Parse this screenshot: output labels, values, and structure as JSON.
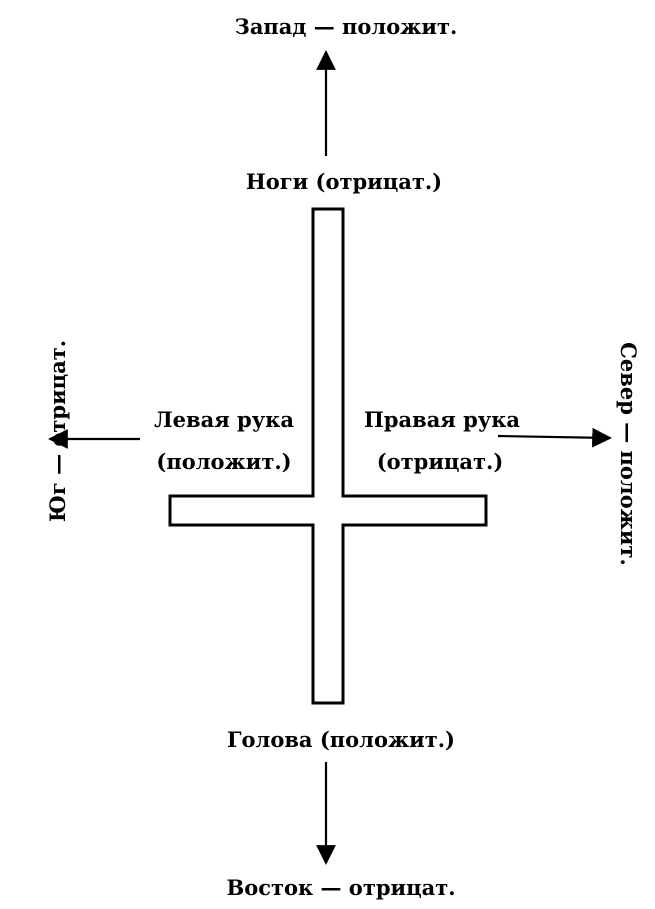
{
  "labels": {
    "west": "Запад — положит.",
    "legs": "Ноги (отрицат.)",
    "left_hand_line1": "Левая рука",
    "left_hand_line2": "(положит.)",
    "right_hand_line1": "Правая рука",
    "right_hand_line2": "(отрицат.)",
    "south": "Юг — отрицат.",
    "north": "Север — положит.",
    "head": "Голова (положит.)",
    "east": "Восток — отрицат."
  },
  "colors": {
    "ink": "#000000",
    "background": "#ffffff"
  }
}
